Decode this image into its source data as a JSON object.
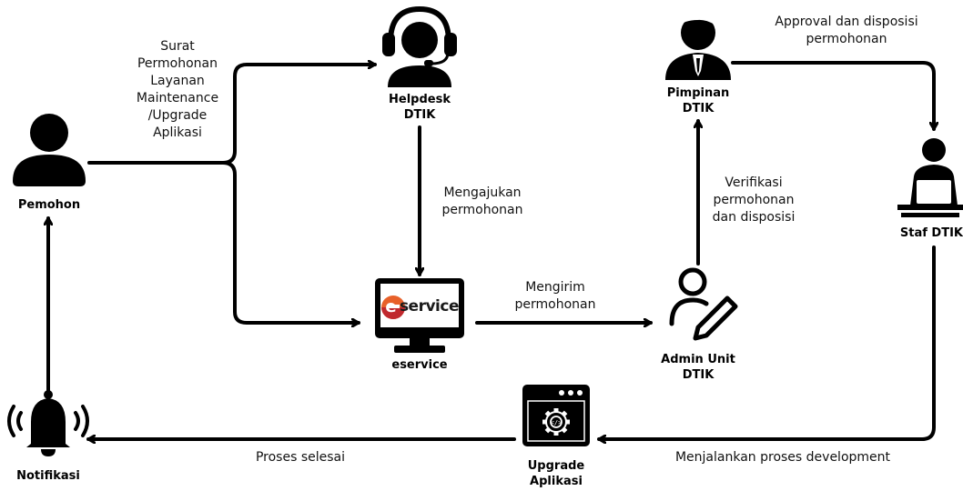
{
  "nodes": {
    "pemohon": "Pemohon",
    "helpdesk": [
      "Helpdesk",
      "DTIK"
    ],
    "eservice": "eservice",
    "eservice_logo_e": "e",
    "eservice_logo_text": "service",
    "admin": [
      "Admin Unit",
      "DTIK"
    ],
    "pimpinan": [
      "Pimpinan",
      "DTIK"
    ],
    "staf": "Staf DTIK",
    "upgrade": [
      "Upgrade",
      "Aplikasi"
    ],
    "notifikasi": "Notifikasi"
  },
  "edges": {
    "surat": [
      "Surat",
      "Permohonan",
      "Layanan",
      "Maintenance",
      "/Upgrade",
      "Aplikasi"
    ],
    "mengajukan": [
      "Mengajukan",
      "permohonan"
    ],
    "mengirim": [
      "Mengirim",
      "permohonan"
    ],
    "verifikasi": [
      "Verifikasi",
      "permohonan",
      "dan disposisi"
    ],
    "approval": [
      "Approval dan disposisi",
      "permohonan"
    ],
    "menjalankan": "Menjalankan proses development",
    "selesai": "Proses selesai"
  },
  "colors": {
    "line": "#000000",
    "logo_orange": "#e8612a",
    "logo_red": "#c0282d",
    "logo_text": "#1a1a1a"
  }
}
